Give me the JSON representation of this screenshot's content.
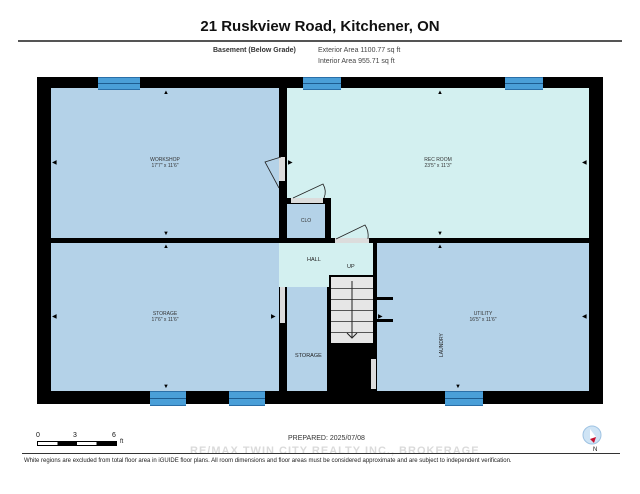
{
  "header": {
    "address": "21 Ruskview Road, Kitchener, ON",
    "floor_label": "Basement (Below Grade)",
    "exterior_area": "Exterior Area 1100.77 sq ft",
    "interior_area": "Interior Area 955.71 sq ft"
  },
  "rooms": {
    "workshop": {
      "name": "WORKSHOP",
      "dims": "17'7\" x 11'6\""
    },
    "rec_room": {
      "name": "REC ROOM",
      "dims": "23'5\" x 11'3\""
    },
    "closet": {
      "name": "CLO"
    },
    "hall": {
      "name": "HALL"
    },
    "up": {
      "name": "UP"
    },
    "storage_left": {
      "name": "STORAGE",
      "dims": "17'6\" x 11'6\""
    },
    "storage_small": {
      "name": "STORAGE"
    },
    "utility": {
      "name": "UTILITY",
      "dims": "16'5\" x 11'6\""
    },
    "laundry": {
      "name": "LAUNDRY"
    }
  },
  "scale": {
    "labels": [
      "0",
      "3",
      "6"
    ],
    "unit": "ft"
  },
  "prepared": "PREPARED: 2025/07/08",
  "compass": {
    "label": "N"
  },
  "watermark": "RE/MAX TWIN CITY REALTY INC., BROKERAGE",
  "footer": "White regions are excluded from total floor area in iGUIDE floor plans. All room dimensions and floor areas must be considered approximate and are subject to independent verification.",
  "colors": {
    "room_blue": "#b4d2e8",
    "room_cyan": "#d3f0f0",
    "window": "#4a9fd8",
    "wall": "#000000"
  }
}
